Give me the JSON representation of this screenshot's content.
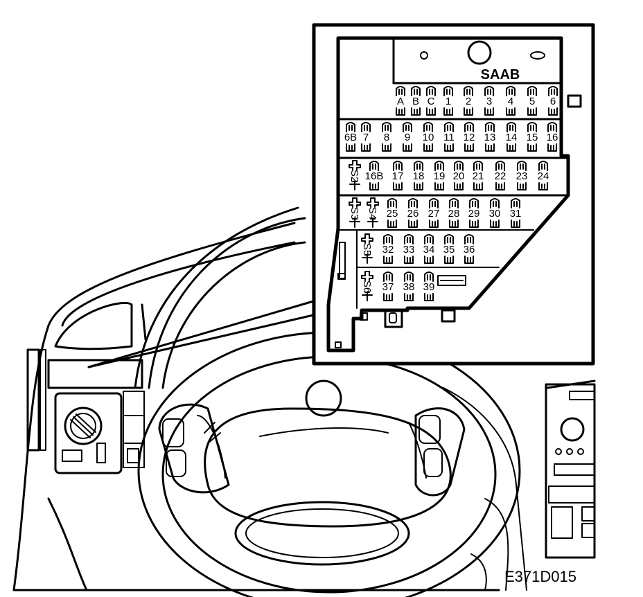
{
  "figure_code": "E371D015",
  "brand": "SAAB",
  "fuse_rows": [
    {
      "labels": [
        "A",
        "B",
        "C",
        "1",
        "2",
        "3",
        "4",
        "5",
        "6"
      ]
    },
    {
      "labels": [
        "6B",
        "7",
        "8",
        "9",
        "10",
        "11",
        "12",
        "13",
        "14",
        "15",
        "16"
      ]
    },
    {
      "labels": [
        "S2",
        "16B",
        "17",
        "18",
        "19",
        "20",
        "21",
        "22",
        "23",
        "24"
      ]
    },
    {
      "labels": [
        "S3",
        "S4",
        "25",
        "26",
        "27",
        "28",
        "29",
        "30",
        "31"
      ]
    },
    {
      "labels": [
        "S5",
        "32",
        "33",
        "34",
        "35",
        "36"
      ]
    },
    {
      "labels": [
        "S6",
        "37",
        "38",
        "39"
      ]
    }
  ]
}
